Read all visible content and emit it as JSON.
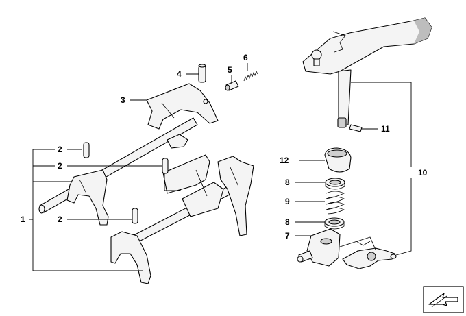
{
  "callouts": [
    {
      "id": "c1",
      "text": "1"
    },
    {
      "id": "c2a",
      "text": "2"
    },
    {
      "id": "c2b",
      "text": "2"
    },
    {
      "id": "c2c",
      "text": "2"
    },
    {
      "id": "c3",
      "text": "3"
    },
    {
      "id": "c4",
      "text": "4"
    },
    {
      "id": "c5",
      "text": "5"
    },
    {
      "id": "c6",
      "text": "6"
    },
    {
      "id": "c7",
      "text": "7"
    },
    {
      "id": "c8a",
      "text": "8"
    },
    {
      "id": "c8b",
      "text": "8"
    },
    {
      "id": "c9",
      "text": "9"
    },
    {
      "id": "c10",
      "text": "10"
    },
    {
      "id": "c11",
      "text": "11"
    },
    {
      "id": "c12",
      "text": "12"
    }
  ],
  "icons": {
    "orientation": "direction-arrow-icon"
  },
  "colors": {
    "line": "#000000",
    "part_fill": "#f4f4f4",
    "part_shade": "#bdbdbd"
  }
}
